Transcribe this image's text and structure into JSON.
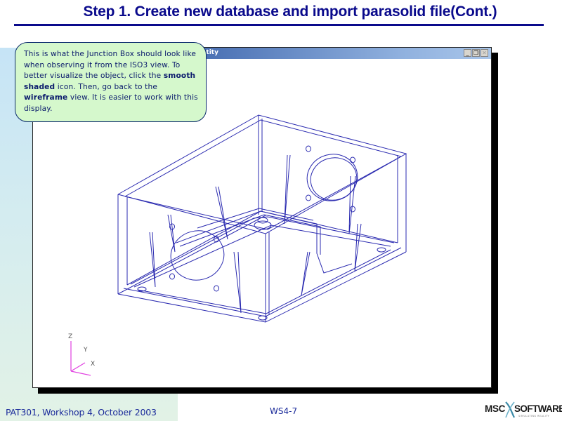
{
  "slide": {
    "title": "Step 1. Create new database and import parasolid file(Cont.)"
  },
  "callout": {
    "text_1": "This is what the Junction Box should look like when observing it from the ISO3 view.  To better visualize the object, click the ",
    "bold_1": "smooth shaded",
    "text_2": " icon.  Then, go back to the ",
    "bold_2": "wireframe",
    "text_3": " view.  It is easier to work with this display."
  },
  "app_window": {
    "title_visible": "ntity",
    "controls": {
      "minimize": "_",
      "restore": "❐",
      "close": "✕"
    },
    "viewport": {
      "model": "Junction Box wireframe (ISO3 view)",
      "wire_color": "#2a2ab0",
      "triad": {
        "x_label": "X",
        "y_label": "Y",
        "z_label": "Z",
        "color": "#e040e0"
      }
    }
  },
  "footer": {
    "left": "PAT301, Workshop 4, October 2003",
    "center": "WS4-7",
    "logo": {
      "left": "MSC",
      "right": "SOFTWARE",
      "tagline": "SIMULATING REALITY"
    }
  },
  "colors": {
    "title": "#0a0a8c",
    "callout_bg": "#d5f8cc",
    "footer_text": "#1a2a9a"
  }
}
